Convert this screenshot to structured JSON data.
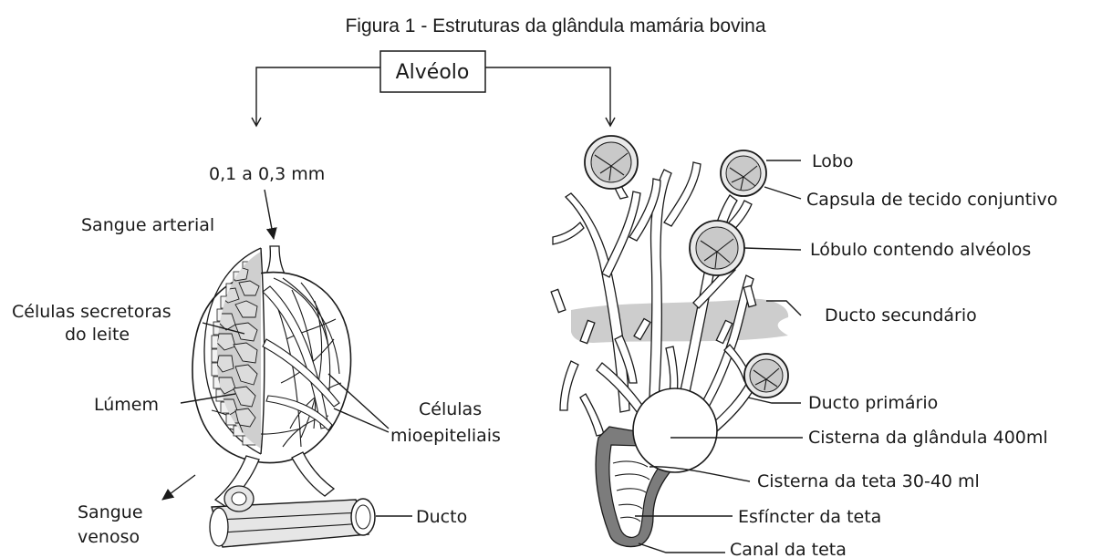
{
  "figure": {
    "title": "Figura 1 - Estruturas da glândula mamária bovina",
    "box_label": "Alvéolo"
  },
  "left": {
    "size": "0,1 a 0,3 mm",
    "arterial": "Sangue arterial",
    "secretory_1": "Células secretoras",
    "secretory_2": "do leite",
    "lumen": "Lúmem",
    "myo_1": "Células",
    "myo_2": "mioepiteliais",
    "venous_1": "Sangue",
    "venous_2": "venoso",
    "duct": "Ducto"
  },
  "right": {
    "lobo": "Lobo",
    "capsula": "Capsula de tecido conjuntivo",
    "lobulo": "Lóbulo contendo alvéolos",
    "ducto_sec": "Ducto secundário",
    "ducto_prim": "Ducto primário",
    "cisterna_gl": "Cisterna da glândula 400ml",
    "cisterna_teta": "Cisterna da teta 30-40 ml",
    "esfincter": "Esfíncter da teta",
    "canal": "Canal da teta"
  }
}
